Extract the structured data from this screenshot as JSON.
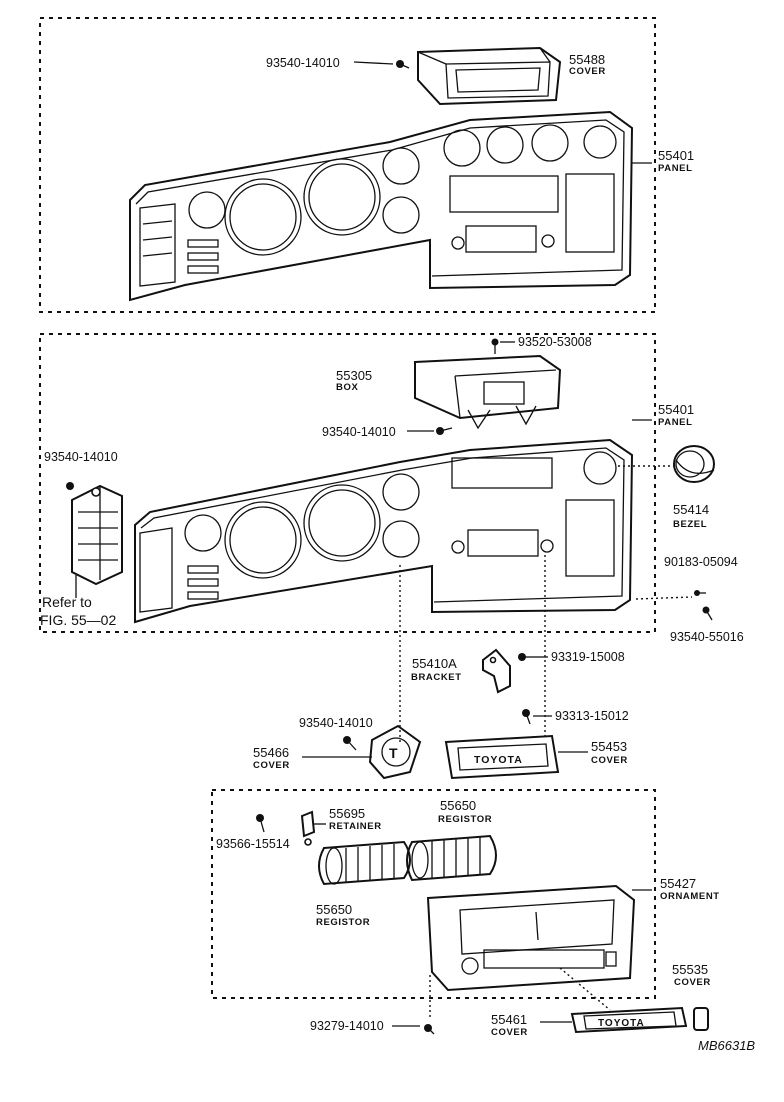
{
  "labels": {
    "top_screw": "93540-14010",
    "top_cover_num": "55488",
    "top_cover_name": "COVER",
    "top_panel_num": "55401",
    "top_panel_name": "PANEL",
    "box_screw": "93520-53008",
    "box_num": "55305",
    "box_name": "BOX",
    "box_screw2": "93540-14010",
    "mid_panel_num": "55401",
    "mid_panel_name": "PANEL",
    "left_screw": "93540-14010",
    "bezel_num": "55414",
    "bezel_name": "BEZEL",
    "pin_num": "90183-05094",
    "pin_screw": "93540-55016",
    "refer_line1": "Refer to",
    "refer_line2": "FIG. 55—02",
    "bracket_num": "55410A",
    "bracket_name": "BRACKET",
    "bracket_screw": "93319-15008",
    "bracket_screw2": "93313-15012",
    "horn_screw": "93540-14010",
    "horn_num": "55466",
    "horn_name": "COVER",
    "toyota_cover_num": "55453",
    "toyota_cover_name": "COVER",
    "retainer_num": "55695",
    "retainer_name": "RETAINER",
    "reg_top_num": "55650",
    "reg_top_name": "REGISTOR",
    "retainer_screw": "93566-15514",
    "reg_bot_num": "55650",
    "reg_bot_name": "REGISTOR",
    "ornament_num": "55427",
    "ornament_name": "ORNAMENT",
    "small_cover_num": "55535",
    "small_cover_name": "COVER",
    "bottom_screw": "93279-14010",
    "bottom_cover_num": "55461",
    "bottom_cover_name": "COVER",
    "emblem1": "TOYOTA",
    "emblem2": "TOYOTA",
    "horn_emblem": "T",
    "diagram_code": "MB6631B"
  }
}
